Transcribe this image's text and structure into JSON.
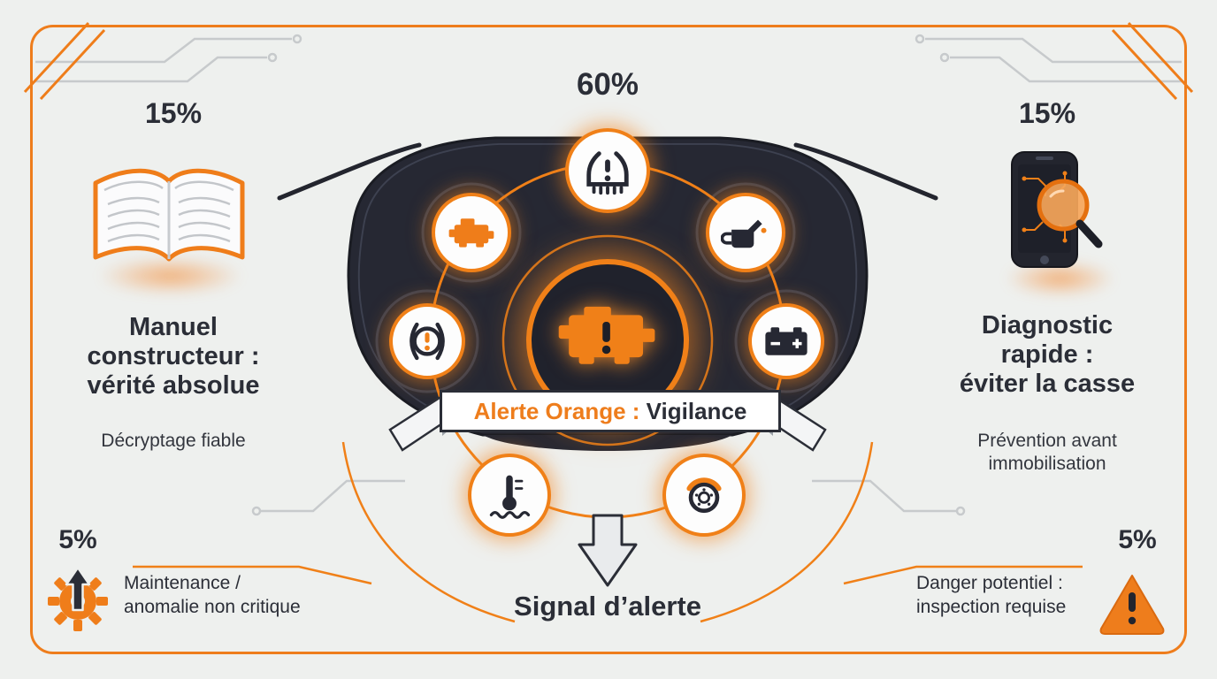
{
  "palette": {
    "accent_orange": "#ee7d1c",
    "dark_navy": "#262833",
    "background": "#eef0ee",
    "trace_gray": "#c7cacc"
  },
  "header": {
    "center_percent": "60%"
  },
  "sections": {
    "manual": {
      "percent": "15%",
      "icon": "open-book-icon",
      "title_lines": [
        "Manuel",
        "constructeur :",
        "vérité absolue"
      ],
      "subtitle": "Décryptage fiable"
    },
    "diagnostic": {
      "percent": "15%",
      "icon": "phone-magnifier-icon",
      "title_lines": [
        "Diagnostic",
        "rapide :",
        "éviter la casse"
      ],
      "subtitle_lines": [
        "Prévention avant",
        "immobilisation"
      ]
    },
    "maintenance": {
      "percent": "5%",
      "icon": "gear-up-arrow-icon",
      "label_lines": [
        "Maintenance /",
        "anomalie non critique"
      ]
    },
    "danger": {
      "percent": "5%",
      "icon": "warning-triangle-icon",
      "label_lines": [
        "Danger potentiel :",
        "inspection requise"
      ]
    }
  },
  "dashboard": {
    "banner": {
      "highlight": "Alerte Orange :",
      "rest": " Vigilance"
    },
    "bottom_label": "Signal d’alerte",
    "warning_icons": [
      "tire-pressure-icon",
      "check-engine-icon",
      "oil-can-icon",
      "brake-warning-icon",
      "battery-icon",
      "coolant-temperature-icon",
      "brake-disc-icon",
      "engine-alert-icon"
    ]
  }
}
